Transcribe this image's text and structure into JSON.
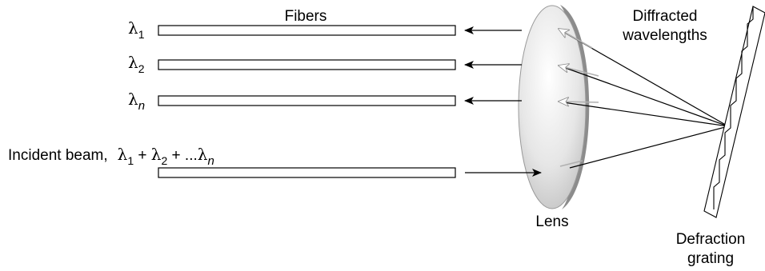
{
  "labels": {
    "fibers": "Fibers",
    "diffracted_line1": "Diffracted",
    "diffracted_line2": "wavelengths",
    "incident": "Incident beam,",
    "lens": "Lens",
    "grating_line1": "Defraction",
    "grating_line2": "grating"
  },
  "wavelengths": [
    {
      "symbol": "λ",
      "sub": "1"
    },
    {
      "symbol": "λ",
      "sub": "2"
    },
    {
      "symbol": "λ",
      "sub": "n"
    }
  ],
  "incident_formula": {
    "sym": "λ",
    "s1": "1",
    "plus1": " + ",
    "s2": "2",
    "plus2": " + ...",
    "sn": "n"
  },
  "colors": {
    "lens_light": "#f4f4f4",
    "lens_dark": "#9a9a9a",
    "arrow_gray": "#bbbbbb",
    "line": "#000000"
  }
}
